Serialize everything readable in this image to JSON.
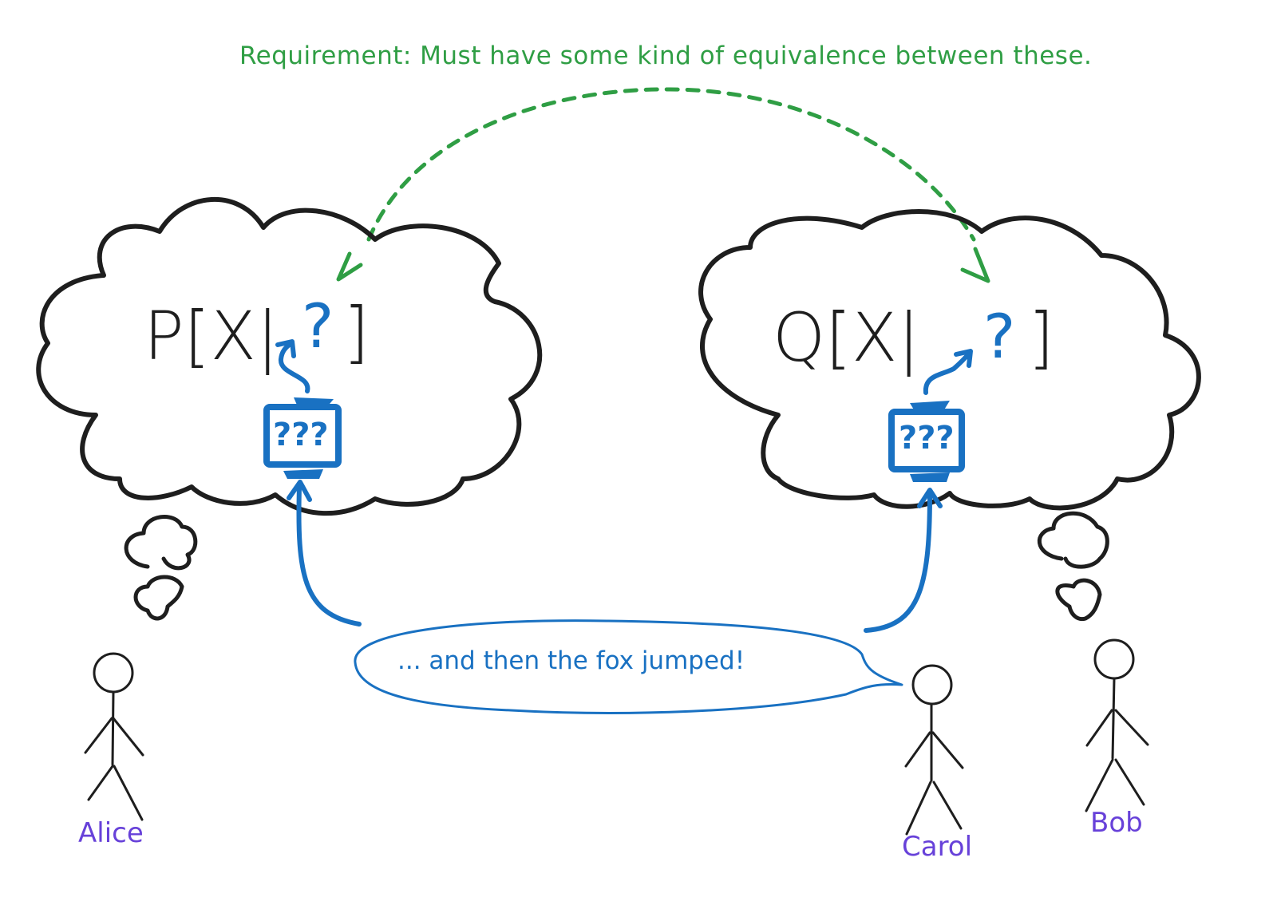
{
  "diagram": {
    "requirement": "Requirement: Must have some kind of equivalence between  these.",
    "left_thought": {
      "formula_prefix": "P[X|",
      "formula_unknown": "?",
      "formula_suffix": "]",
      "screen_text": "???",
      "thinker": "Alice"
    },
    "right_thought": {
      "formula_prefix": "Q[X|",
      "formula_unknown": "?",
      "formula_suffix": "]",
      "screen_text": "???",
      "thinker": "Bob"
    },
    "speech": {
      "text": "... and then the fox jumped!",
      "speaker": "Carol"
    },
    "people": [
      "Alice",
      "Carol",
      "Bob"
    ],
    "colors": {
      "requirement": "#2f9e44",
      "ink": "#1e1e1e",
      "model_blue": "#1971c2",
      "names": "#6741d9"
    }
  }
}
